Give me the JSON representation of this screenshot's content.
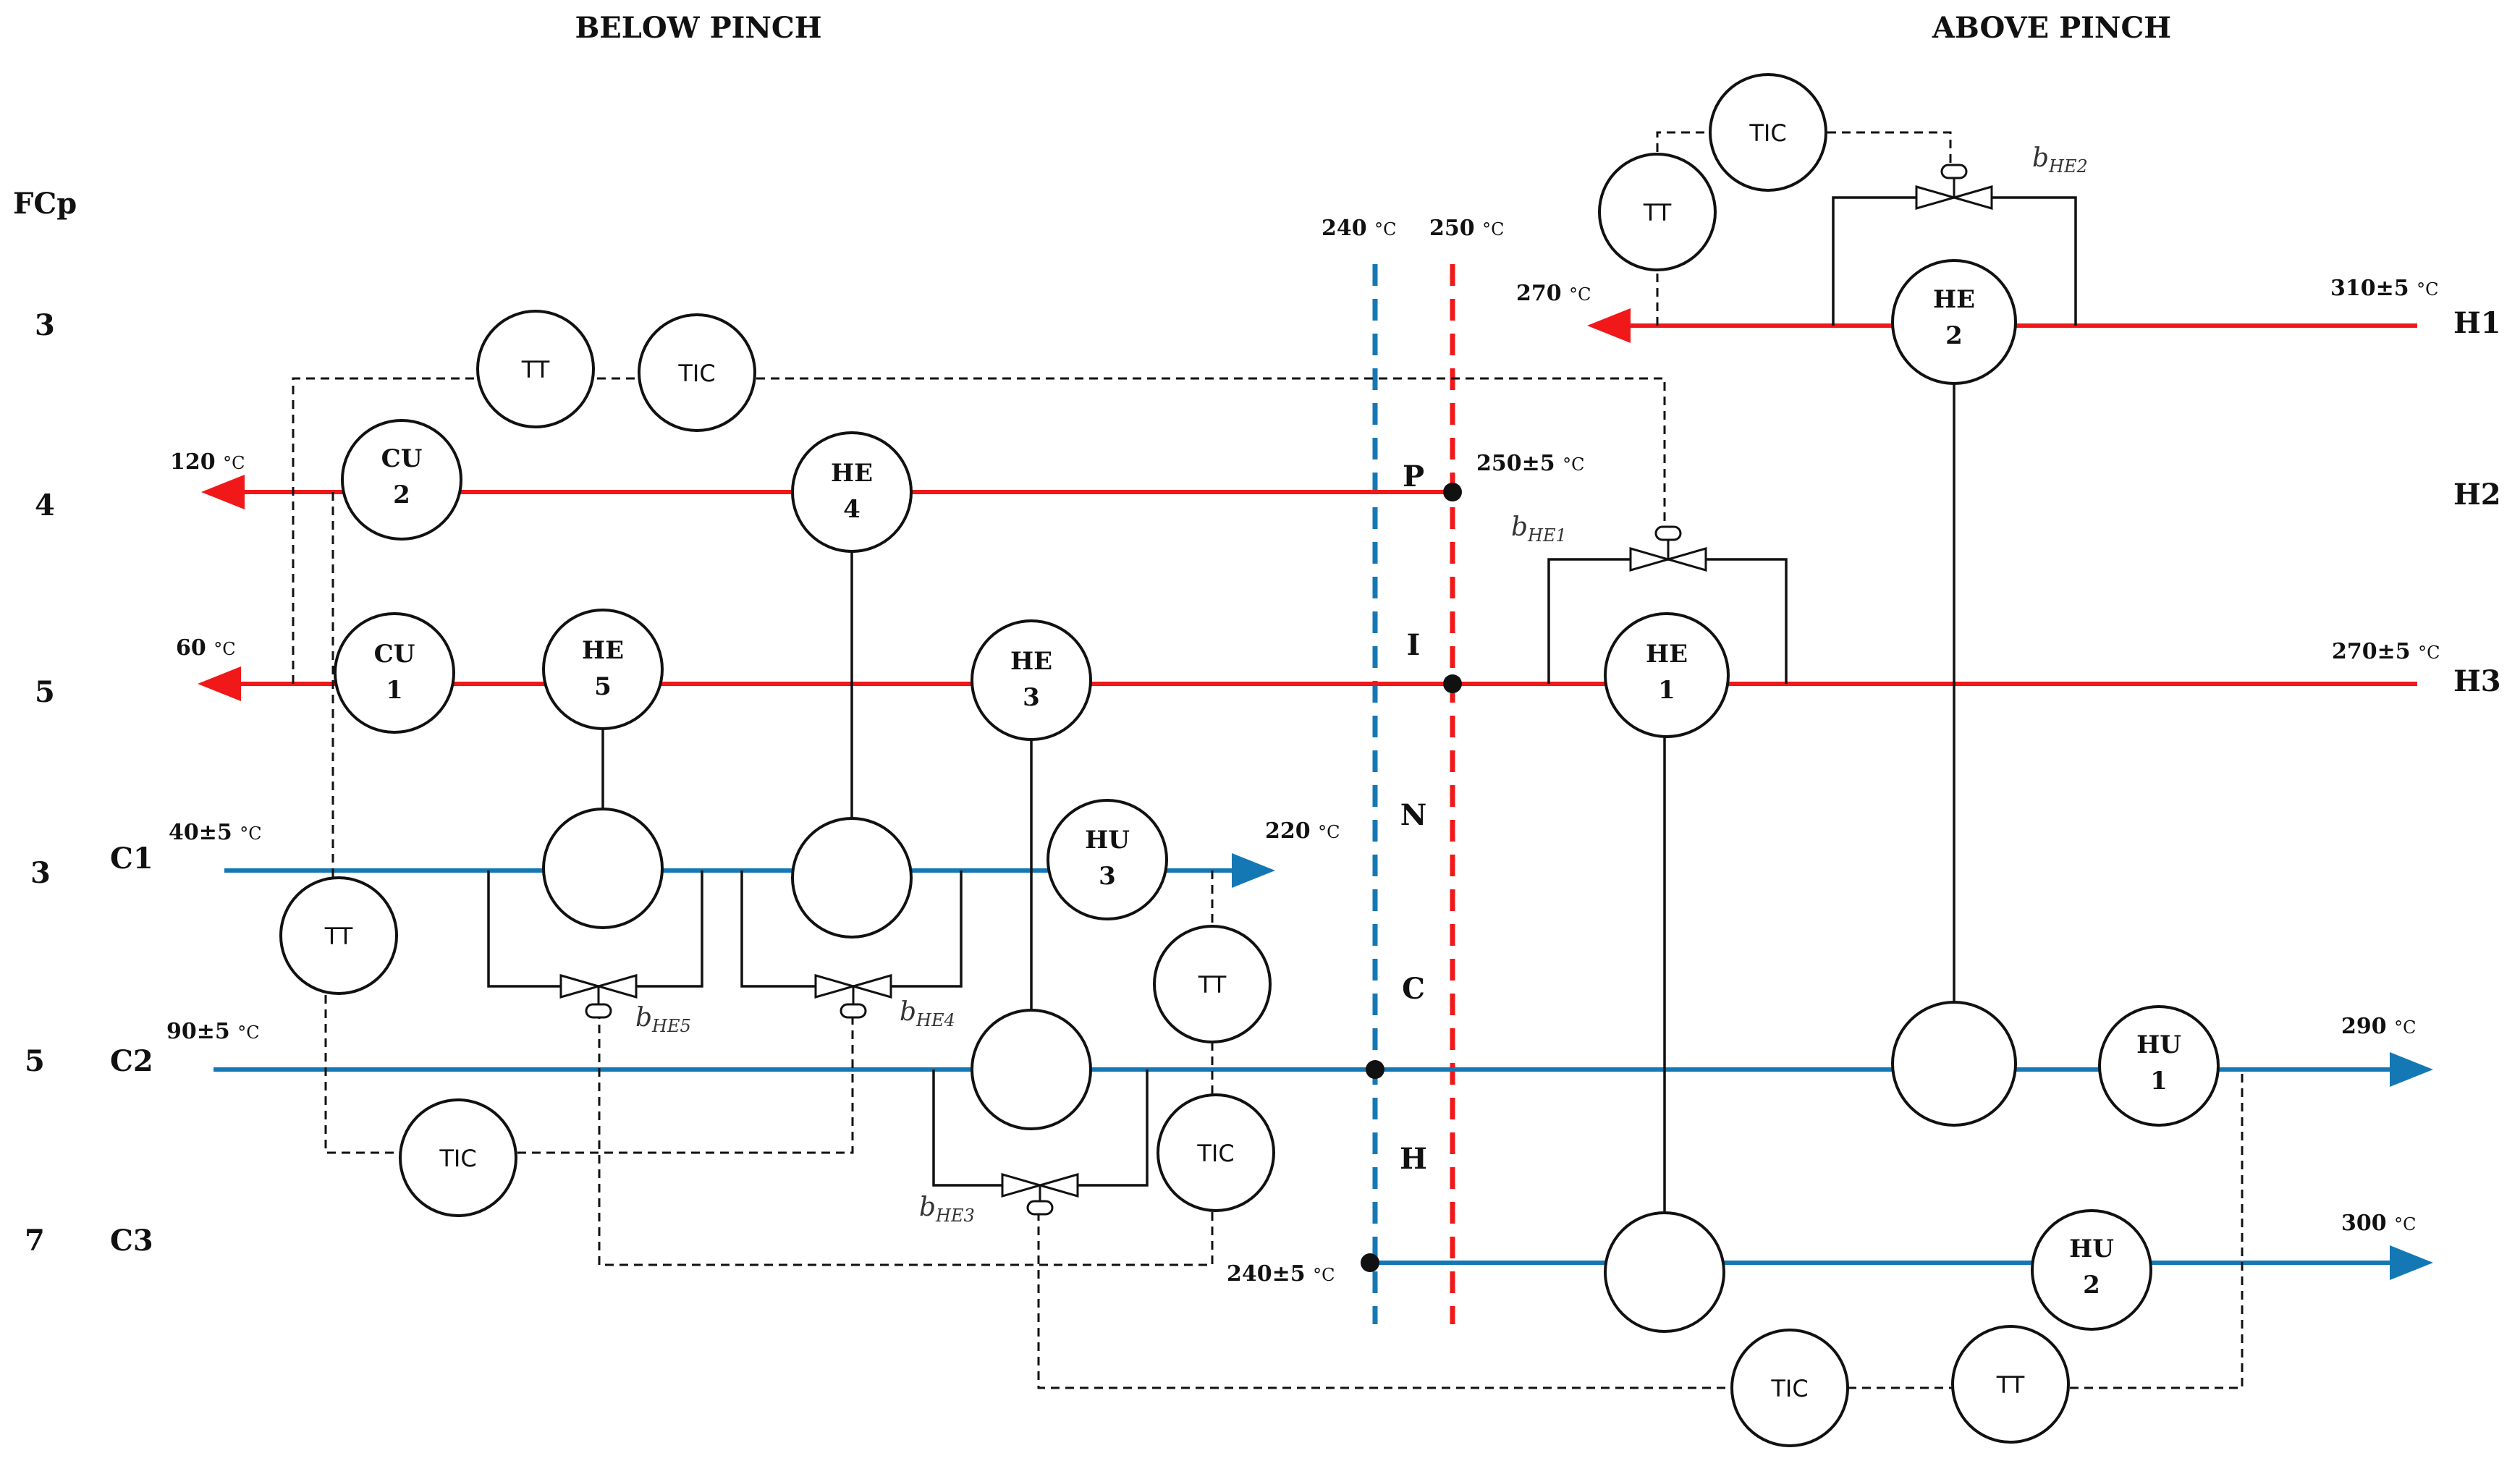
{
  "headers": {
    "below": "BELOW PINCH",
    "above": "ABOVE PINCH",
    "fcp": "FCp"
  },
  "pinch": {
    "cold_temp": "240",
    "hot_temp": "250",
    "unit": "°C",
    "letters": [
      "P",
      "I",
      "N",
      "C",
      "H"
    ]
  },
  "streams": [
    {
      "id": "H1",
      "fcp": "3",
      "kind": "hot",
      "inlet": "310±5",
      "outlet": "270",
      "unit": "°C"
    },
    {
      "id": "H2",
      "fcp": "4",
      "kind": "hot",
      "inlet": "250±5",
      "outlet": "120",
      "unit": "°C"
    },
    {
      "id": "H3",
      "fcp": "5",
      "kind": "hot",
      "inlet": "270±5",
      "outlet": "60",
      "unit": "°C"
    },
    {
      "id": "C1",
      "fcp": "3",
      "kind": "cold",
      "inlet": "40±5",
      "outlet": "220",
      "unit": "°C"
    },
    {
      "id": "C2",
      "fcp": "5",
      "kind": "cold",
      "inlet": "90±5",
      "outlet": "290",
      "unit": "°C"
    },
    {
      "id": "C3",
      "fcp": "7",
      "kind": "cold",
      "inlet": "240±5",
      "outlet": "300",
      "unit": "°C"
    }
  ],
  "units": {
    "HE1": {
      "top": "HE",
      "bottom": "1"
    },
    "HE2": {
      "top": "HE",
      "bottom": "2"
    },
    "HE3": {
      "top": "HE",
      "bottom": "3"
    },
    "HE4": {
      "top": "HE",
      "bottom": "4"
    },
    "HE5": {
      "top": "HE",
      "bottom": "5"
    },
    "CU1": {
      "top": "CU",
      "bottom": "1"
    },
    "CU2": {
      "top": "CU",
      "bottom": "2"
    },
    "HU1": {
      "top": "HU",
      "bottom": "1"
    },
    "HU2": {
      "top": "HU",
      "bottom": "2"
    },
    "HU3": {
      "top": "HU",
      "bottom": "3"
    }
  },
  "controls": {
    "tt": "TT",
    "tic": "TIC"
  },
  "bypass": {
    "b": "b",
    "he1": "HE1",
    "he2": "HE2",
    "he3": "HE3",
    "he4": "HE4",
    "he5": "HE5"
  },
  "colors": {
    "hot": "#f01818",
    "cold": "#1478b4"
  }
}
